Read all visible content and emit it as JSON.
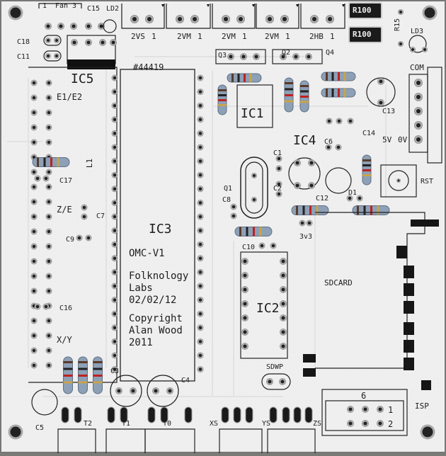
{
  "silkscreen": {
    "top_connectors": [
      "1",
      "Fan",
      "3",
      "C15",
      "LD2",
      "2VS",
      "1",
      "2VM",
      "1",
      "2VM",
      "1",
      "2VM",
      "1",
      "2HB",
      "1",
      "LD3",
      "R15",
      "C18",
      "C11"
    ],
    "resistor_smd": [
      "R100",
      "R100"
    ],
    "ic_labels": [
      "IC5",
      "IC3",
      "IC1",
      "IC4",
      "IC2"
    ],
    "part_labels": [
      "E1/E2",
      "L1",
      "C17",
      "Z/E",
      "C7",
      "C9",
      "C16",
      "X/Y",
      "C3",
      "C4",
      "C5",
      "Q3",
      "Q2",
      "Q4",
      "Q1",
      "C8",
      "C1",
      "C2",
      "C6",
      "C12",
      "C13",
      "C14",
      "C10",
      "D1",
      "3v3",
      "RST",
      "COM",
      "5V",
      "0V",
      "SDCARD",
      "SDWP",
      "ISP",
      "6",
      "1",
      "2",
      "T2",
      "T1",
      "T0",
      "XS",
      "YS",
      "ZS"
    ],
    "part_number": "#44419",
    "text_block": [
      "OMC-V1",
      "Folknology",
      "Labs",
      "02/02/12",
      "Copyright",
      "Alan Wood",
      "2011"
    ]
  }
}
